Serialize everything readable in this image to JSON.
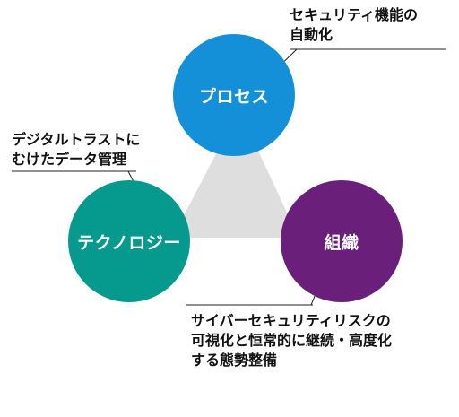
{
  "diagram": {
    "circles": {
      "process": {
        "label": "プロセス",
        "color": "#1490d8"
      },
      "technology": {
        "label": "テクノロジー",
        "color": "#069a8f"
      },
      "organization": {
        "label": "組織",
        "color": "#6a1f7a"
      }
    },
    "triangle_color": "#dedede",
    "line_color": "#222222",
    "notes": {
      "process": [
        "セキュリティ機能の",
        "自動化"
      ],
      "technology": [
        "デジタルトラストに",
        "むけたデータ管理"
      ],
      "organization": [
        "サイバーセキュリティリスクの",
        "可視化と恒常的に継続・高度化",
        "する態勢整備"
      ]
    }
  }
}
